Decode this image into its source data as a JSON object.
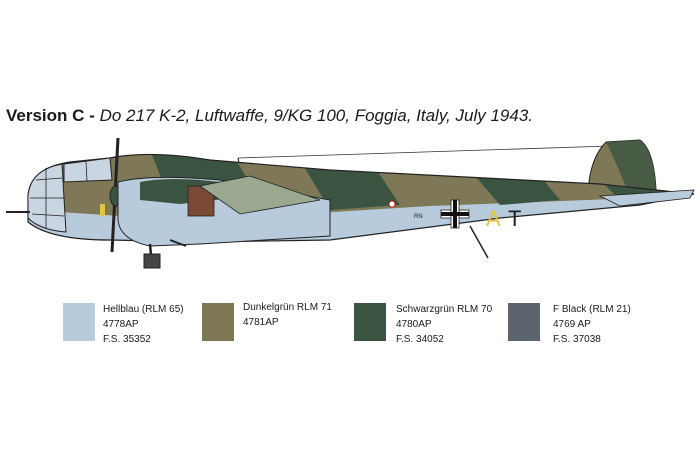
{
  "caption": {
    "version": "Version C",
    "separator": "-",
    "description": "Do 217 K-2, Luftwaffe, 9/KG 100, Foggia, Italy, July 1943."
  },
  "markings": {
    "code_letters": [
      "A",
      "T"
    ],
    "code_color": "#e8c23a",
    "small_stencil": "RN"
  },
  "paints": [
    {
      "name": "Hellblau (RLM 65)",
      "code": "4778AP",
      "fs": "F.S. 35352",
      "color": "#b7cbdc"
    },
    {
      "name": "Dunkelgrün RLM 71",
      "code": "4781AP",
      "fs": "",
      "color": "#7e7857"
    },
    {
      "name": "Schwarzgrün RLM 70",
      "code": "4780AP",
      "fs": "F.S. 34052",
      "color": "#3b5441"
    },
    {
      "name": "F Black (RLM 21)",
      "code": "4769 AP",
      "fs": "F.S. 37038",
      "color": "#5c6470"
    }
  ],
  "aircraft_colors": {
    "underside": "#b7cbdc",
    "camo_light": "#7e7857",
    "camo_dark": "#3b5441"
  }
}
